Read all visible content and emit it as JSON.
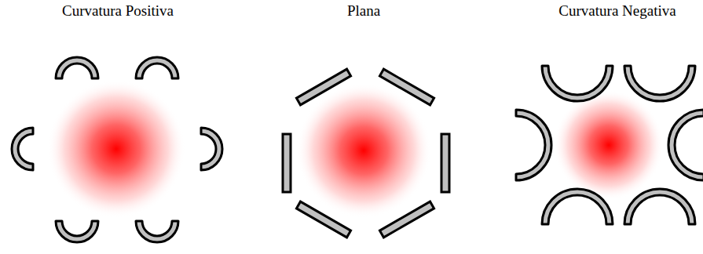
{
  "diagram": {
    "labels": [
      "Curvatura Positiva",
      "Plana",
      "Curvatura Negativa"
    ]
  }
}
